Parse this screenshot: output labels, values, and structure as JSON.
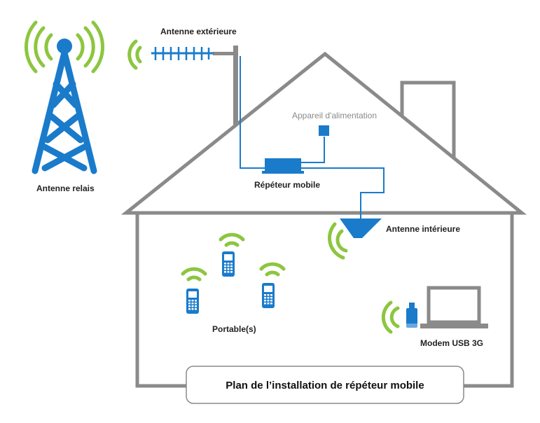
{
  "labels": {
    "outdoor_antenna": "Antenne extérieure",
    "relay_antenna": "Antenne relais",
    "power_supply": "Appareil d'alimentation",
    "mobile_repeater": "Répéteur mobile",
    "indoor_antenna": "Antenne intérieure",
    "phones": "Portable(s)",
    "usb_modem": "Modem USB 3G",
    "title": "Plan de l’installation de répéteur mobile"
  },
  "colors": {
    "blue": "#1a7bcb",
    "green": "#8cc63f",
    "house": "#8a8a8a",
    "cable": "#1a7bcb"
  },
  "icons": [
    "cell-tower-icon",
    "yagi-antenna-icon",
    "repeater-icon",
    "power-supply-icon",
    "indoor-antenna-icon",
    "mobile-phone-icon",
    "laptop-icon",
    "usb-modem-icon",
    "signal-wave-icon"
  ]
}
